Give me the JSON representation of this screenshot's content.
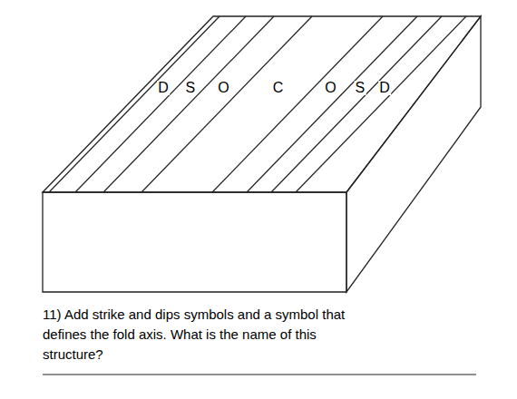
{
  "diagram": {
    "labels": [
      "D",
      "S",
      "O",
      "C",
      "O",
      "S",
      "D",
      "11) Add strike and dips symbols and a symbol that defines the fold axis. What is the name of this structure?"
    ]
  }
}
